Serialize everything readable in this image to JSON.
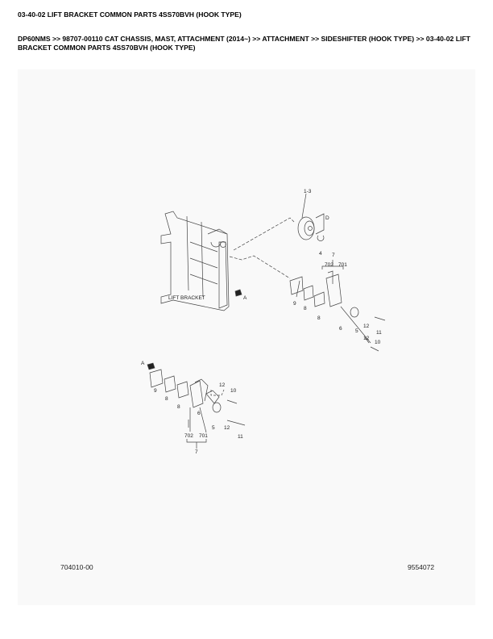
{
  "header": {
    "title": "03-40-02 LIFT BRACKET COMMON PARTS 4SS70BVH (HOOK TYPE)",
    "breadcrumb": "DP60NMS >> 98707-00110 CAT CHASSIS, MAST, ATTACHMENT (2014~) >> ATTACHMENT >> SIDESHIFTER (HOOK TYPE) >> 03-40-02 LIFT BRACKET COMMON PARTS 4SS70BVH (HOOK TYPE)"
  },
  "diagram": {
    "lift_bracket_label": "LIFT BRACKET",
    "view_label_a": "A",
    "view_label_a2": "A",
    "dim_label": "D",
    "callouts_upper": [
      "1-3",
      "4",
      "7",
      "702",
      "701",
      "9",
      "8",
      "8",
      "6",
      "5",
      "12",
      "11",
      "12",
      "10"
    ],
    "callouts_lower": [
      "9",
      "8",
      "8",
      "6",
      "12",
      "10",
      "5",
      "12",
      "11",
      "702",
      "701",
      "7"
    ],
    "figure_number": "704010-00",
    "doc_number": "9554072"
  }
}
